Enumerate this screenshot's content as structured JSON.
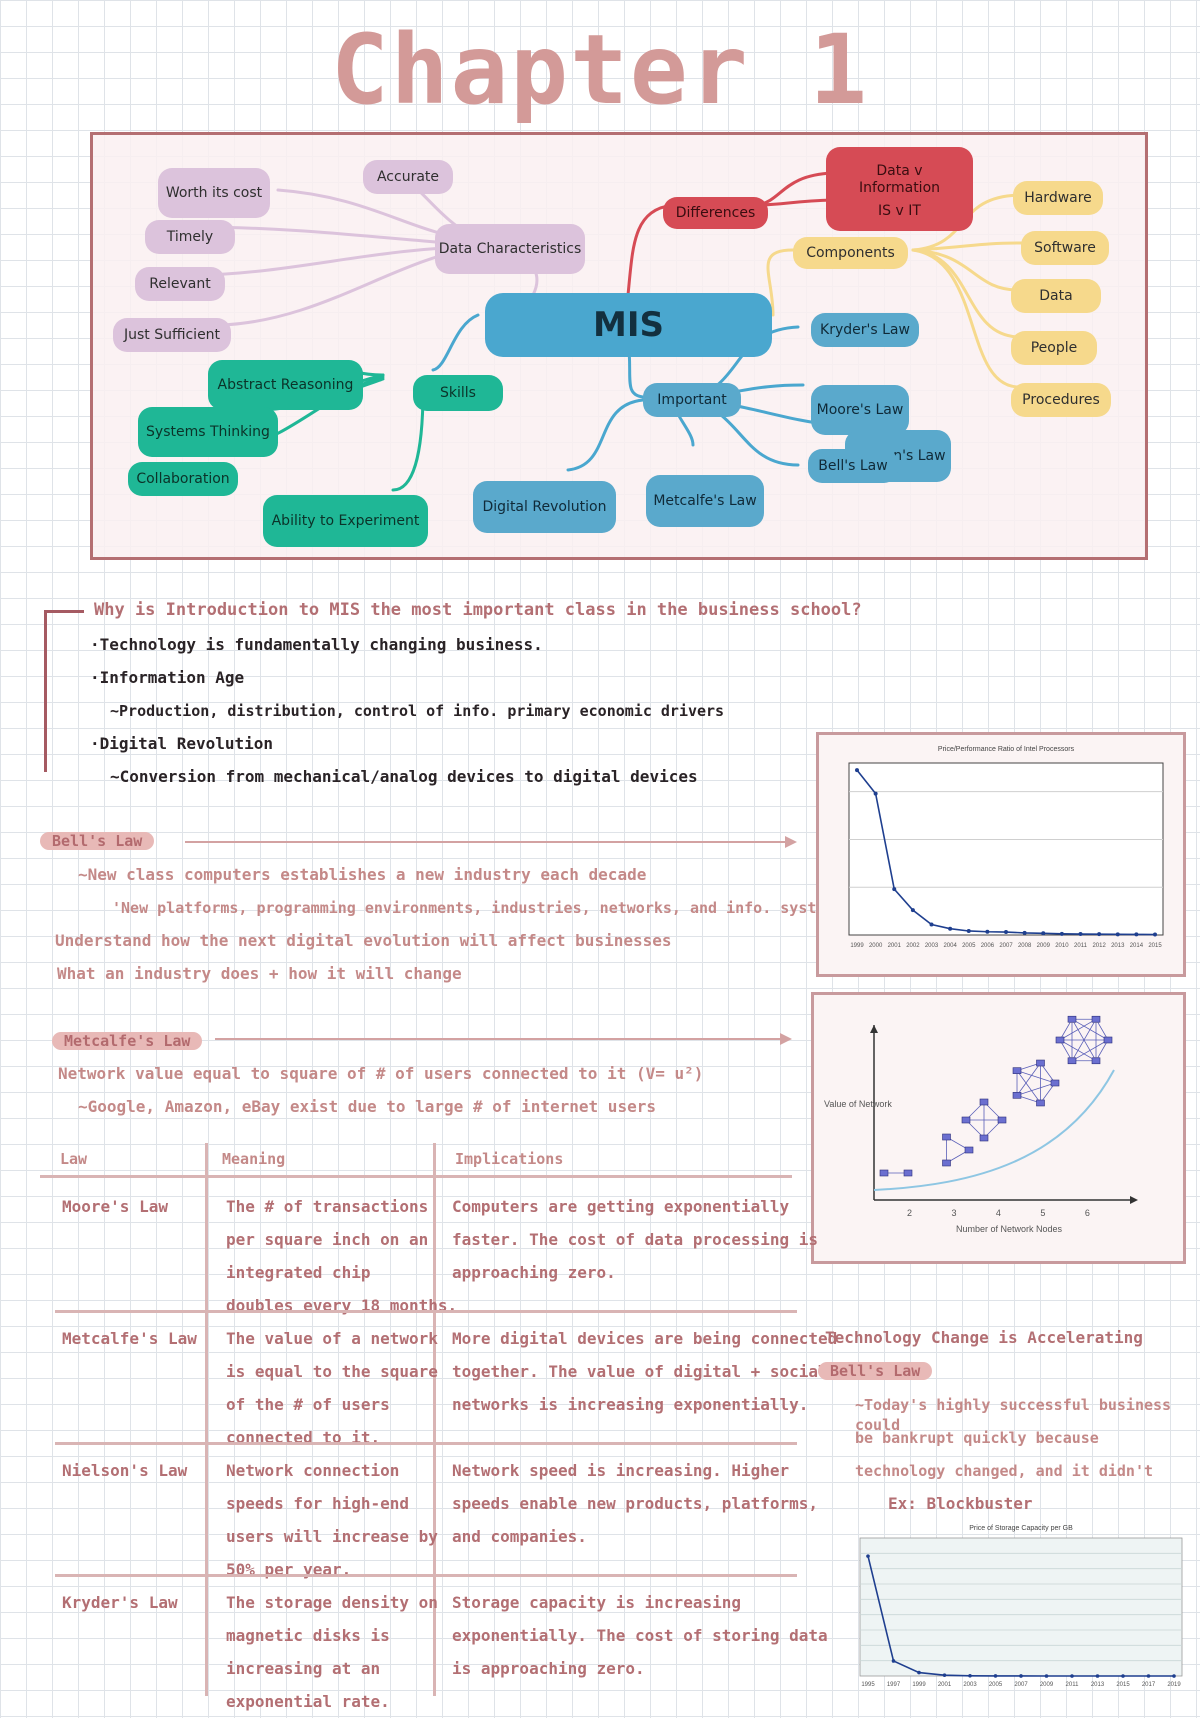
{
  "title": "Chapter 1",
  "mindmap": {
    "center": "MIS",
    "data_characteristics": "Data Characteristics",
    "worth": "Worth its cost",
    "accurate": "Accurate",
    "timely": "Timely",
    "relevant": "Relevant",
    "just_sufficient": "Just Sufficient",
    "differences": "Differences",
    "data_v_info": "Data v Information",
    "is_v_it": "IS v IT",
    "components": "Components",
    "hardware": "Hardware",
    "software": "Software",
    "data": "Data",
    "people": "People",
    "procedures": "Procedures",
    "skills": "Skills",
    "abstract": "Abstract Reasoning",
    "systems": "Systems Thinking",
    "collaboration": "Collaboration",
    "experiment": "Ability to Experiment",
    "important": "Important",
    "kryder": "Kryder's Law",
    "moore": "Moore's Law",
    "nielsen": "Nielsen's Law",
    "bell": "Bell's Law",
    "metcalfe": "Metcalfe's Law",
    "digital_rev": "Digital Revolution"
  },
  "intro": {
    "question": "Why is Introduction to MIS the most important class in the business school?",
    "l1": "·Technology is fundamentally changing business.",
    "l2": "·Information Age",
    "l3": "~Production, distribution, control of info. primary economic drivers",
    "l4": "·Digital Revolution",
    "l5": "~Conversion from mechanical/analog devices to digital devices"
  },
  "bells": {
    "label": "Bell's Law",
    "l1": "~New class computers establishes a new industry each decade",
    "l2": "'New platforms, programming environments, industries, networks, and info. systems",
    "l3": "Understand how the next digital evolution will affect businesses",
    "l4": "What an industry does + how it will change"
  },
  "metcalfe": {
    "label": "Metcalfe's Law",
    "l1": "Network value equal to square of # of users connected to it (V= u²)",
    "l2": "~Google, Amazon, eBay exist due to large # of internet users"
  },
  "table": {
    "headers": [
      "Law",
      "Meaning",
      "Implications"
    ],
    "rows": [
      {
        "law": "Moore's Law",
        "meaning": [
          "The # of transactions",
          "per square inch on an",
          "integrated chip",
          "doubles every 18 months."
        ],
        "impl": [
          "Computers are getting exponentially",
          "faster. The cost of data processing is",
          "approaching zero."
        ]
      },
      {
        "law": "Metcalfe's Law",
        "meaning": [
          "The value of a network",
          "is equal to the square",
          "of the # of users",
          "connected to it."
        ],
        "impl": [
          "More digital devices are being connected",
          "together. The value of digital + social",
          "networks is increasing exponentially."
        ]
      },
      {
        "law": "Nielson's Law",
        "meaning": [
          "Network connection",
          "speeds for high-end",
          "users will increase by",
          "50% per year."
        ],
        "impl": [
          "Network speed is increasing. Higher",
          "speeds enable new products, platforms,",
          "and companies."
        ]
      },
      {
        "law": "Kryder's Law",
        "meaning": [
          "The storage density on",
          "magnetic disks is",
          "increasing at an",
          "exponential rate."
        ],
        "impl": [
          "Storage capacity is increasing",
          "exponentially. The cost of storing data",
          "is approaching zero."
        ]
      }
    ]
  },
  "side": {
    "heading": "Technology Change is Accelerating",
    "pill": "Bell's Law",
    "l1": "~Today's highly successful business could",
    "l2": "be bankrupt quickly because",
    "l3": "technology changed, and it didn't",
    "l4": "Ex: Blockbuster"
  },
  "chart_data": [
    {
      "type": "line",
      "title": "Price/Performance Ratio of Intel Processors",
      "x": [
        1999,
        2000,
        2001,
        2002,
        2003,
        2004,
        2005,
        2006,
        2007,
        2008,
        2009,
        2010,
        2011,
        2012,
        2013,
        2014,
        2015
      ],
      "values": [
        172.5,
        148,
        48,
        26,
        11,
        6.6,
        4.2,
        3.4,
        3.1,
        2.2,
        1.8,
        1.2,
        1.0,
        0.9,
        0.7,
        0.6,
        0.5
      ],
      "ylim": [
        0,
        180
      ],
      "color": "#1f3f8f"
    },
    {
      "type": "line",
      "x": [
        2,
        3,
        4,
        5,
        6
      ],
      "xlabel": "Number of Network Nodes",
      "ylabel": "Value of Network",
      "color": "#8ec6e3"
    },
    {
      "type": "line",
      "title": "Price of Storage Capacity per GB",
      "x": [
        1995,
        1997,
        1999,
        2001,
        2003,
        2005,
        2007,
        2009,
        2011,
        2013,
        2015,
        2017,
        2019
      ],
      "values": [
        781.84,
        97.92,
        22.24,
        5.39,
        1.49,
        0.58,
        0.31,
        0.07,
        0.04,
        0.04,
        0.03,
        0.05,
        0.03
      ],
      "ylim": [
        0,
        900
      ],
      "color": "#1f3f8f"
    }
  ]
}
